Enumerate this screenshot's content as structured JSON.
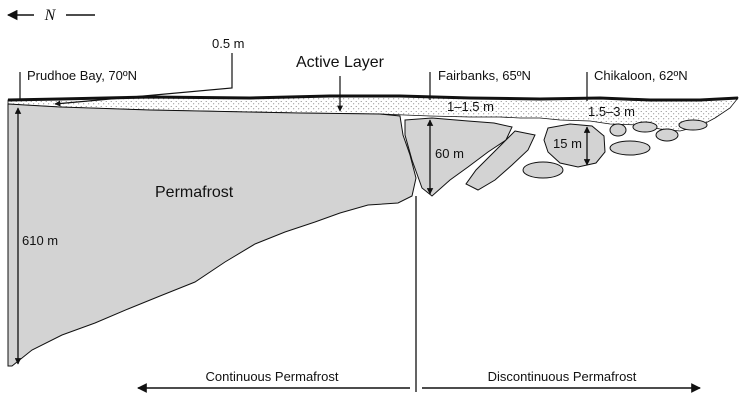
{
  "diagram": {
    "north_symbol": "N",
    "locations": {
      "prudhoe": "Prudhoe Bay, 70ºN",
      "fairbanks": "Fairbanks, 65ºN",
      "chikaloon": "Chikaloon, 62ºN"
    },
    "labels": {
      "active_layer": "Active Layer",
      "permafrost": "Permafrost",
      "continuous": "Continuous Permafrost",
      "discontinuous": "Discontinuous Permafrost"
    },
    "measurements": {
      "prudhoe_active": "0.5 m",
      "fairbanks_active": "1–1.5 m",
      "chikaloon_active": "1.5–3 m",
      "prudhoe_depth": "610 m",
      "fairbanks_depth": "60 m",
      "chikaloon_depth": "15 m"
    },
    "colors": {
      "permafrost_fill": "#d3d3d3",
      "line": "#111111"
    }
  }
}
